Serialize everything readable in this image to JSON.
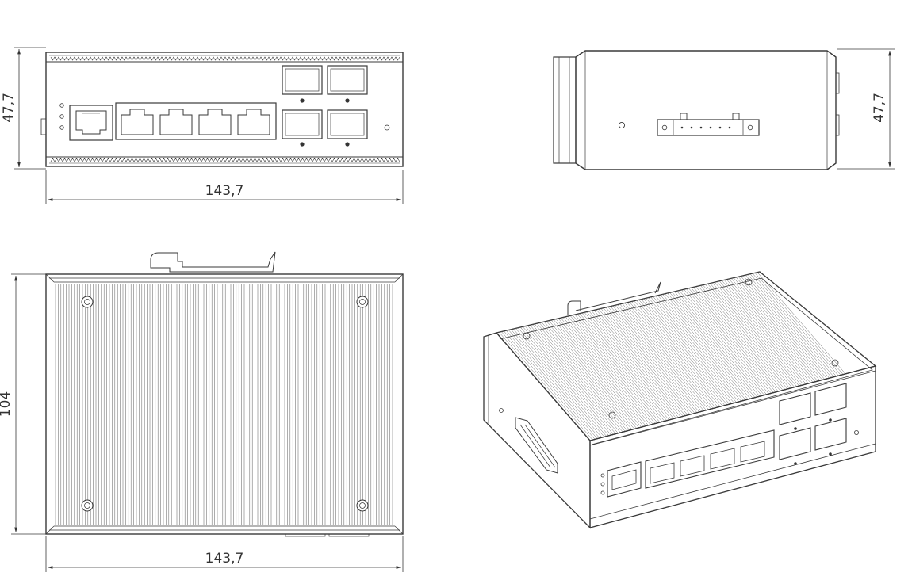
{
  "dimensions": {
    "front_width": "143,7",
    "front_height": "47,7",
    "side_height": "47,7",
    "top_height": "104",
    "top_width": "143,7"
  },
  "colors": {
    "line": "#3a3a3a",
    "fin": "#6a6a6a",
    "background": "#ffffff"
  }
}
